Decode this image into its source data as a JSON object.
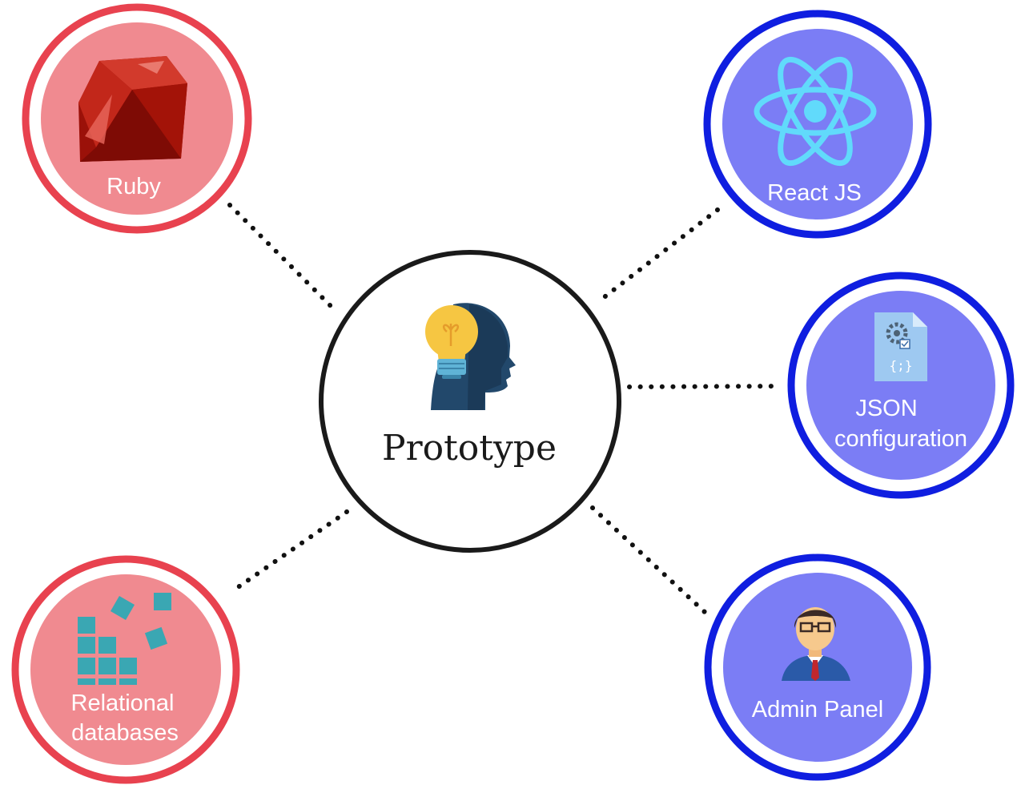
{
  "center": {
    "label": "Prototype",
    "icon": "idea-head-icon"
  },
  "nodes": {
    "ruby": {
      "label": "Ruby",
      "icon": "ruby-gem-icon",
      "fill": "#f08a90",
      "ring": "#e8424f"
    },
    "react": {
      "label": "React JS",
      "icon": "react-atom-icon",
      "fill": "#7b7df5",
      "ring": "#0f1ee0"
    },
    "json": {
      "line1": "JSON",
      "line2": "configuration",
      "icon": "json-config-file-icon",
      "fill": "#7b7df5",
      "ring": "#0f1ee0"
    },
    "relational": {
      "line1": "Relational",
      "line2": "databases",
      "icon": "database-blocks-icon",
      "fill": "#f08a90",
      "ring": "#e8424f"
    },
    "admin": {
      "label": "Admin Panel",
      "icon": "admin-person-icon",
      "fill": "#7b7df5",
      "ring": "#0f1ee0"
    }
  },
  "colors": {
    "center_ring": "#1a1a1a",
    "connector": "#111111",
    "react_cyan": "#61dafb",
    "db_teal": "#3aa7b3",
    "ruby_red": "#b3160d"
  }
}
